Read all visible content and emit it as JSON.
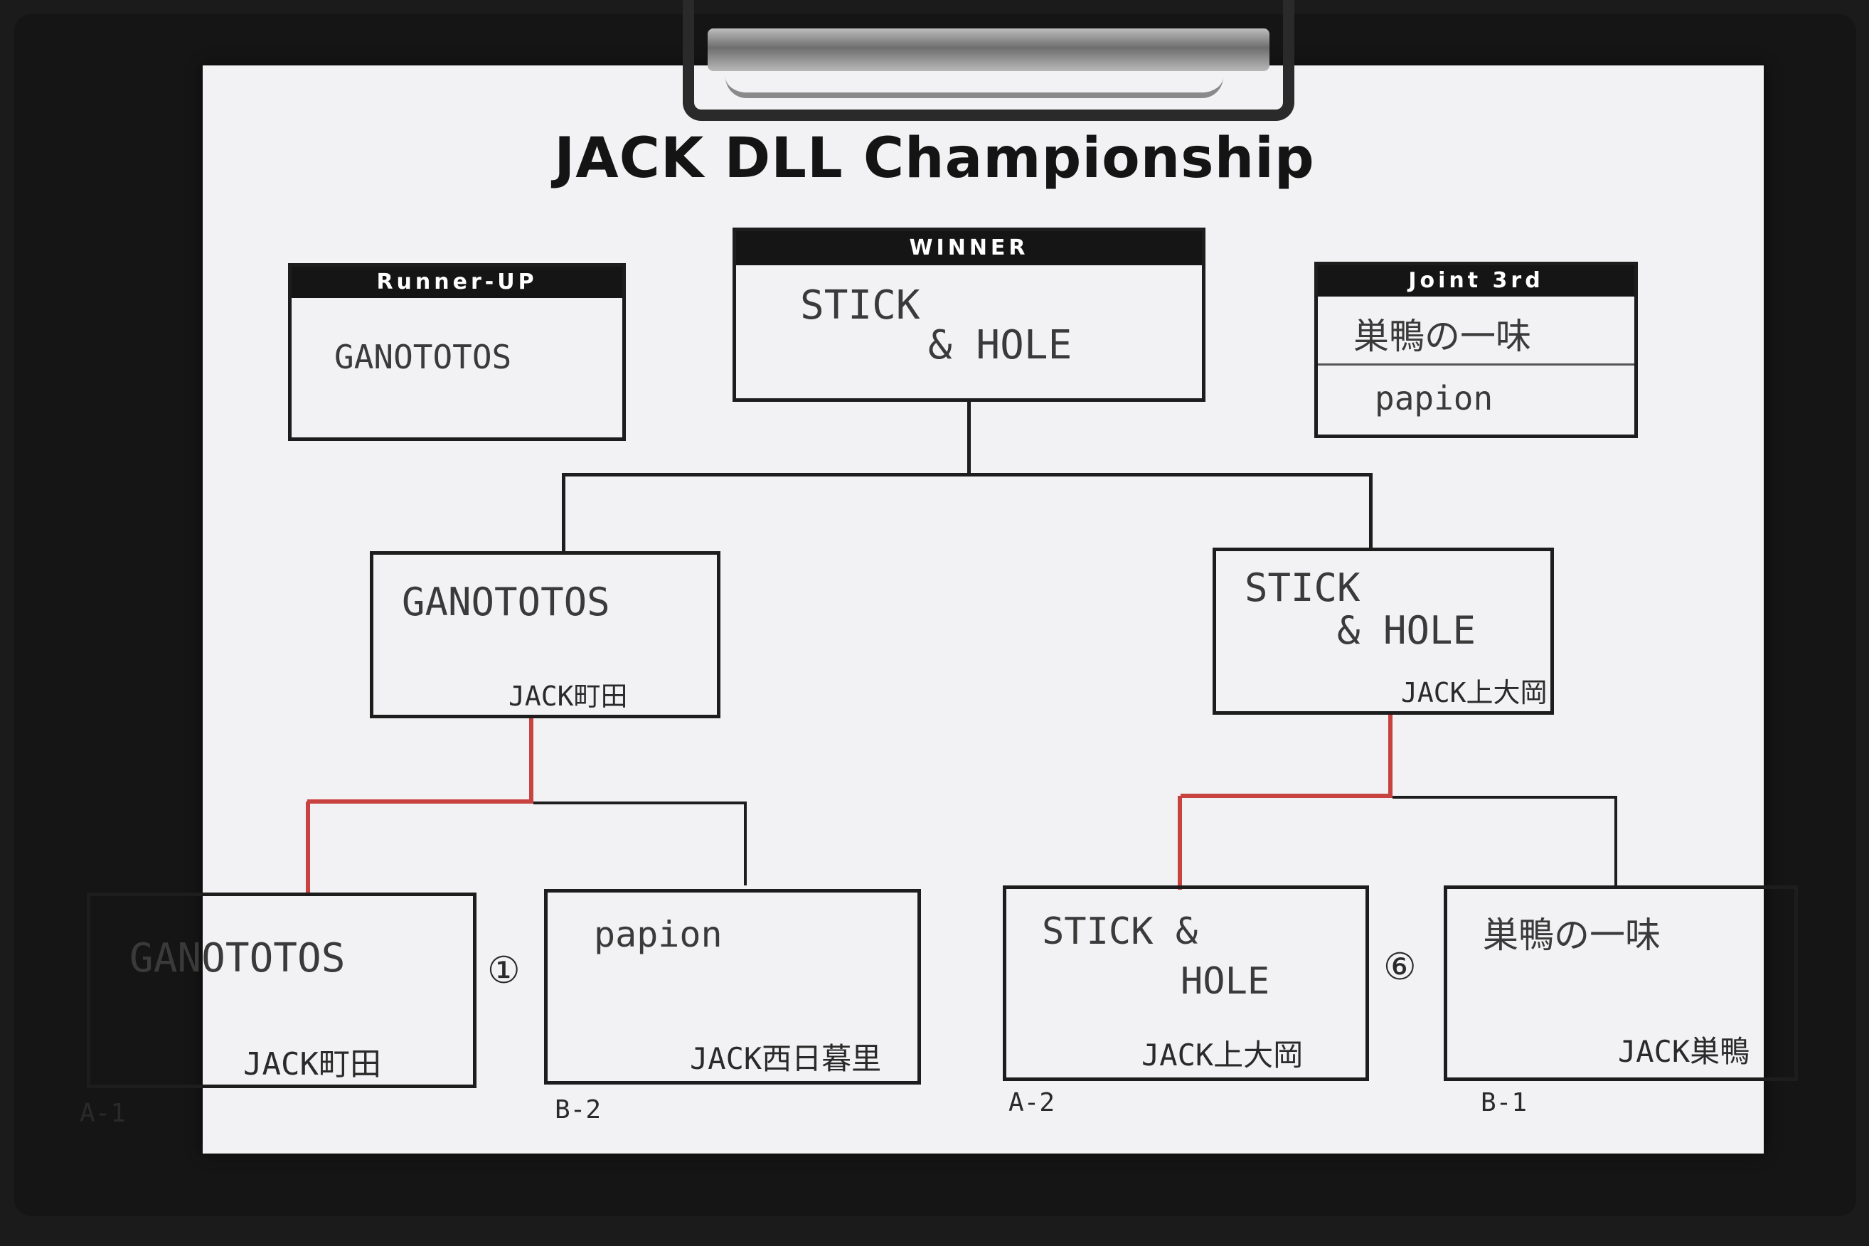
{
  "title": "JACK DLL Championship",
  "winner": {
    "header": "WINNER",
    "team_line1": "STICK",
    "team_line2": "& HOLE"
  },
  "runner_up": {
    "header": "Runner-UP",
    "team": "GANOTOTOS"
  },
  "joint_third": {
    "header": "Joint 3rd",
    "team1": "巣鴨の一味",
    "team2": "papion"
  },
  "semifinals": [
    {
      "team": "GANOTOTOS",
      "venue": "JACK町田"
    },
    {
      "team_line1": "STICK",
      "team_line2": "& HOLE",
      "venue": "JACK上大岡"
    }
  ],
  "first_round": [
    {
      "team": "GANOTOTOS",
      "venue": "JACK町田",
      "seed": "A-1"
    },
    {
      "team": "papion",
      "venue": "JACK西日暮里",
      "seed": "B-2"
    },
    {
      "team_line1": "STICK &",
      "team_line2": "HOLE",
      "venue": "JACK上大岡",
      "seed": "A-2"
    },
    {
      "team": "巣鴨の一味",
      "venue": "JACK巣鴨",
      "seed": "B-1"
    }
  ],
  "match_numbers": [
    "①",
    "⑥"
  ],
  "colors": {
    "paper": "#f2f1f3",
    "ink": "#1d1d1d",
    "winner_path": "#c8433f"
  }
}
